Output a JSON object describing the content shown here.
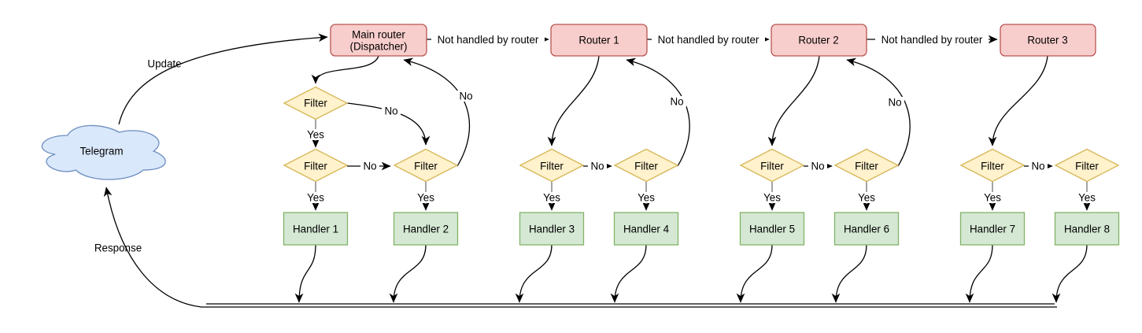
{
  "colors": {
    "router_fill": "#f8cecc",
    "router_stroke": "#b85450",
    "filter_fill": "#fff2cc",
    "filter_stroke": "#d6b656",
    "handler_fill": "#d5e8d4",
    "handler_stroke": "#82b366",
    "cloud_fill": "#dae8fc",
    "cloud_stroke": "#6c8ebf",
    "edge_color": "#000000",
    "yes_stub_color": "#737373"
  },
  "cloud": {
    "label": "Telegram"
  },
  "labels": {
    "update": "Update",
    "response": "Response",
    "not_handled": "Not handled by router",
    "yes": "Yes",
    "no": "No",
    "filter": "Filter"
  },
  "nodes": {
    "dispatcher": {
      "line1": "Main router",
      "line2": "(Dispatcher)"
    },
    "routers": [
      {
        "label": "Router 1"
      },
      {
        "label": "Router 2"
      },
      {
        "label": "Router 3"
      }
    ],
    "handlers": [
      {
        "label": "Handler 1"
      },
      {
        "label": "Handler 2"
      },
      {
        "label": "Handler 3"
      },
      {
        "label": "Handler 4"
      },
      {
        "label": "Handler 5"
      },
      {
        "label": "Handler 6"
      },
      {
        "label": "Handler 7"
      },
      {
        "label": "Handler 8"
      }
    ]
  }
}
